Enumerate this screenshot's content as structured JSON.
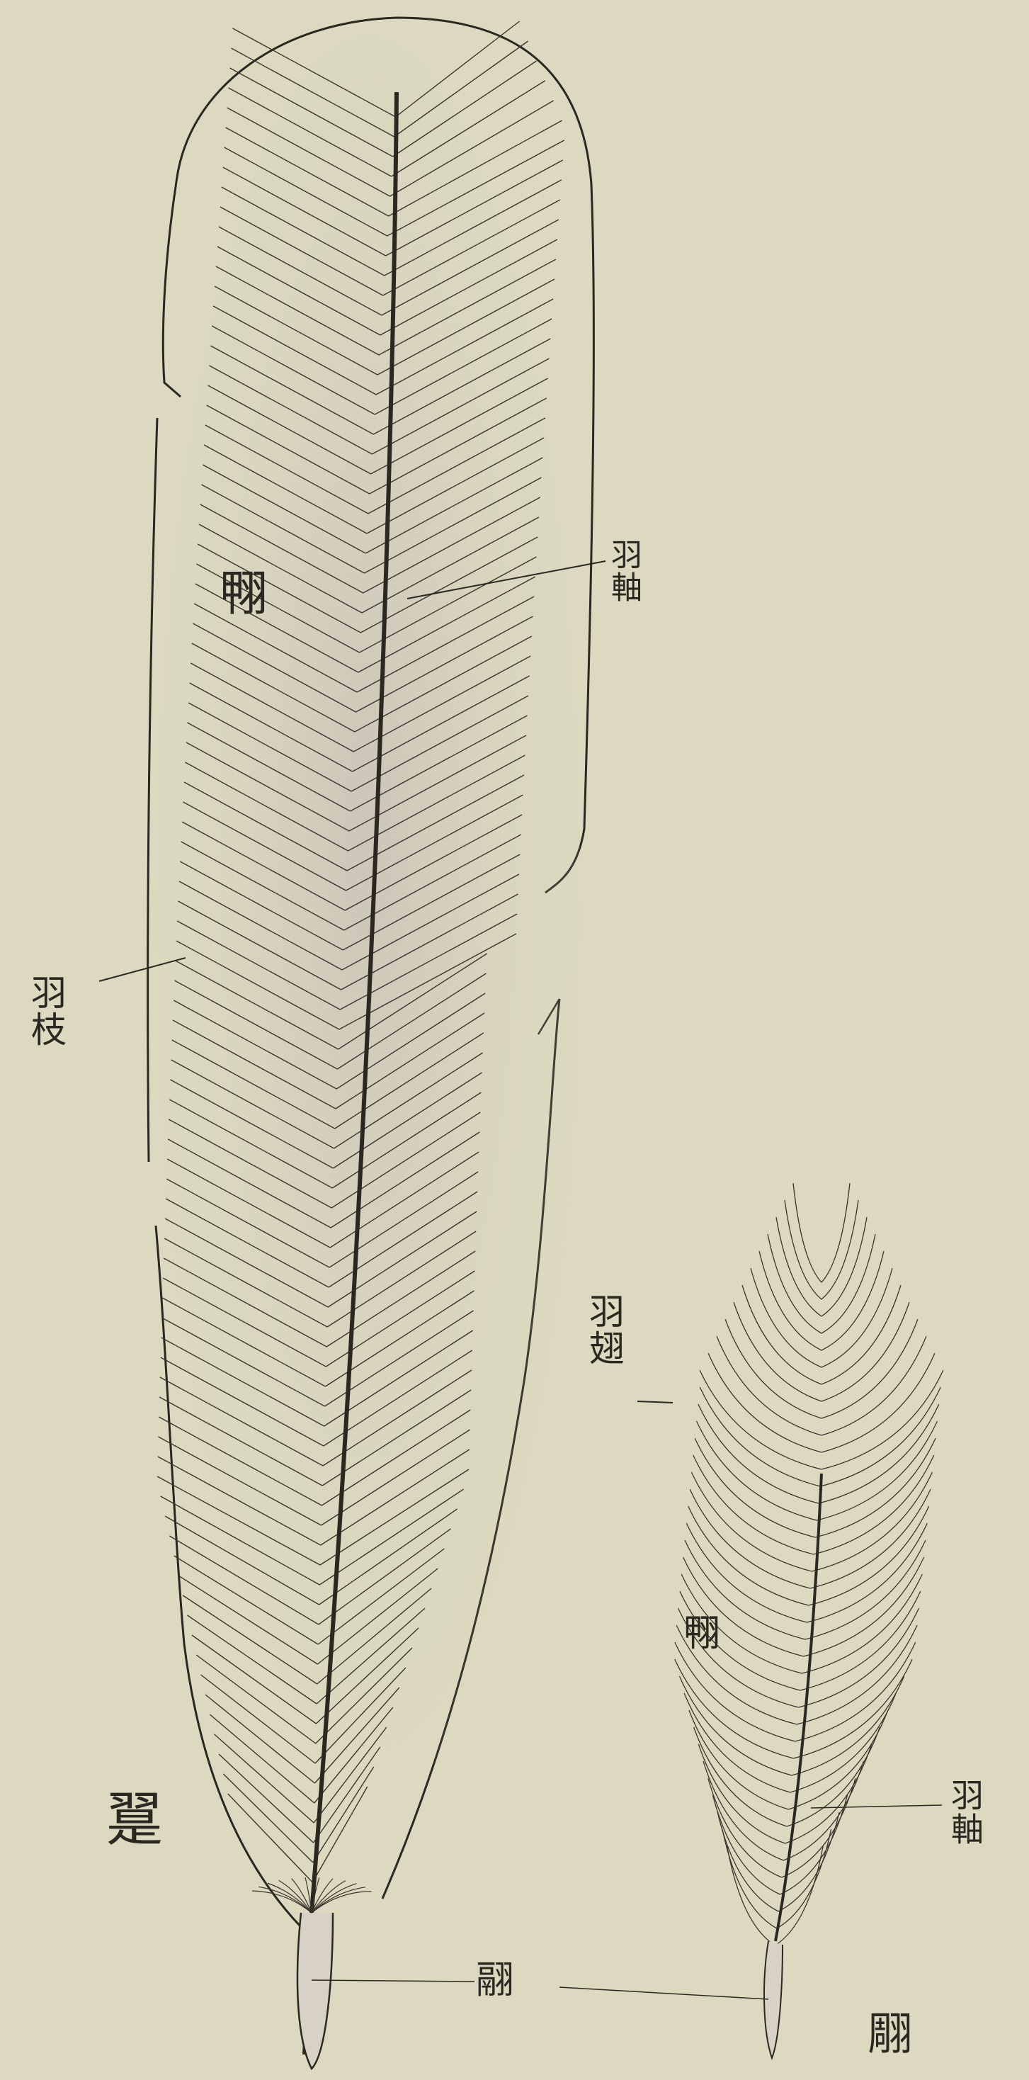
{
  "labels": {
    "big_feather_vane": "翈",
    "big_feather_shaft": "羽軸",
    "big_feather_barb": "羽枝",
    "big_feather_name": "翨",
    "small_feather_barb": "羽翅",
    "small_feather_vane": "翈",
    "small_feather_shaft": "羽軸",
    "calamus": "翮",
    "small_feather_name": "翢"
  },
  "colors": {
    "paper": "#dcd9c0",
    "ink": "#2b2721",
    "vane_shade": "#c9c1b8"
  }
}
